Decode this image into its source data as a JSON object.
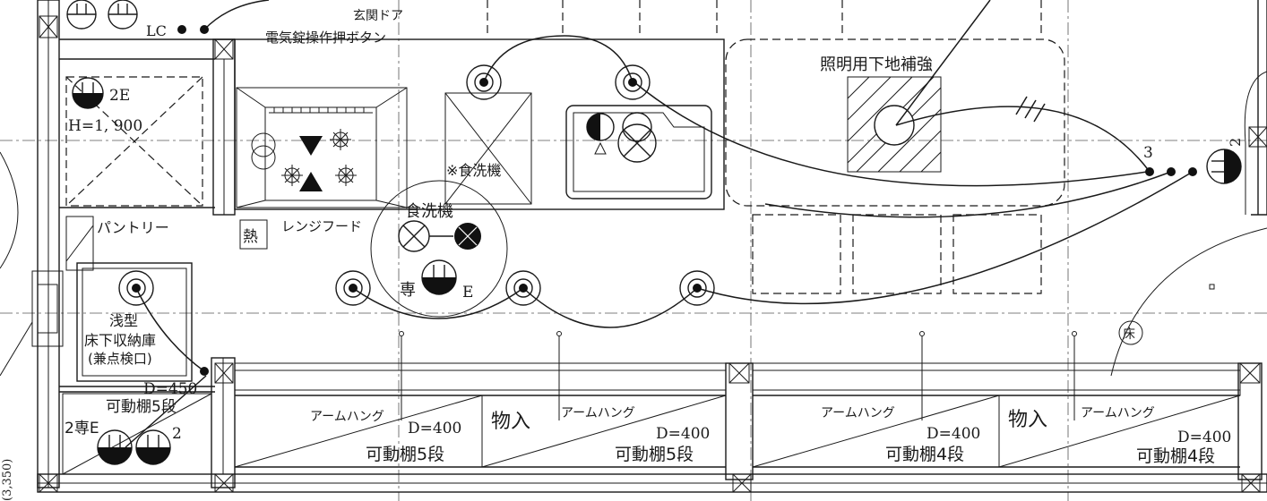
{
  "labels": {
    "lc": "LC",
    "entrance_door": "玄関ドア",
    "electric_lock_button": "電気錠操作押ボタン",
    "lighting_reinforcement": "照明用下地補強",
    "outlet_2e": "2E",
    "height_1900": "H=1, 900",
    "pantry": "パントリー",
    "heat_sensor": "熱",
    "range_hood": "レンジフード",
    "dishwasher_note": "※食洗機",
    "dishwasher": "食洗機",
    "dedicated": "専",
    "e_mark": "E",
    "shallow_storage": "浅型",
    "underfloor_storage": "床下収納庫",
    "inspection_port": "(兼点検口)",
    "d450": "D=450",
    "shelf_5_a": "可動棚5段",
    "dedicated_2e": "2専E",
    "num_2_outlet": "2",
    "num_3": "3",
    "num_2_right": "2",
    "floor_mark": "床",
    "arm_hanger_1": "アームハング",
    "d400_1": "D=400",
    "shelf_5_b": "可動棚5段",
    "storage_1": "物入",
    "arm_hanger_2": "アームハング",
    "d400_2": "D=400",
    "shelf_5_c": "可動棚5段",
    "arm_hanger_3": "アームハング",
    "d400_3": "D=400",
    "shelf_4_a": "可動棚4段",
    "storage_2": "物入",
    "arm_hanger_4": "アームハング",
    "d400_4": "D=400",
    "shelf_4_b": "可動棚4段",
    "side_dim": "(3,350)"
  }
}
